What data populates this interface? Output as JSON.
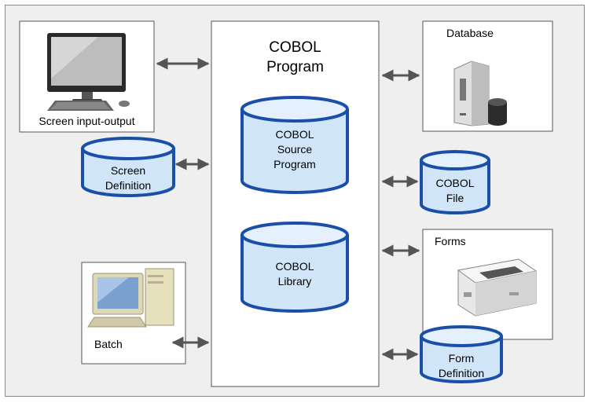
{
  "program": {
    "title_line1": "COBOL",
    "title_line2": "Program"
  },
  "source_program": {
    "line1": "COBOL",
    "line2": "Source",
    "line3": "Program"
  },
  "library": {
    "line1": "COBOL",
    "line2": "Library"
  },
  "screen_io": {
    "label": "Screen input-output"
  },
  "screen_definition": {
    "line1": "Screen",
    "line2": "Definition"
  },
  "batch": {
    "label": "Batch"
  },
  "database": {
    "label": "Database"
  },
  "cobol_file": {
    "line1": "COBOL",
    "line2": "File"
  },
  "forms": {
    "label": "Forms"
  },
  "form_definition": {
    "line1": "Form",
    "line2": "Definition"
  },
  "colors": {
    "cylinder_fill": "#d0e6f8",
    "cylinder_stroke": "#1a4ea8",
    "arrow": "#555555",
    "background": "#efefef"
  }
}
